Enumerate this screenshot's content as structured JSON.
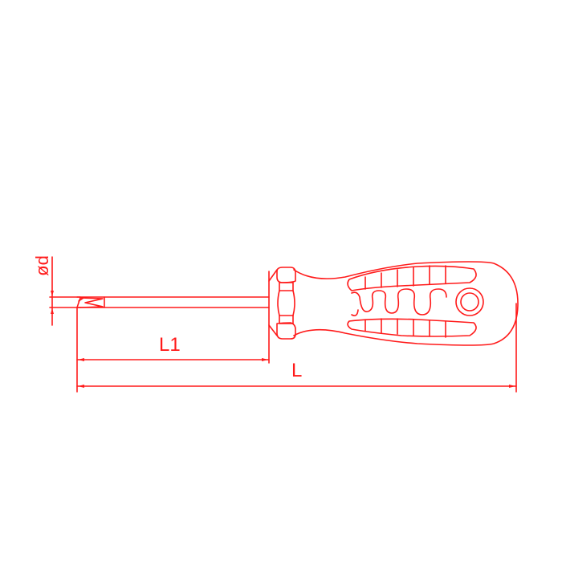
{
  "drawing": {
    "subject": "screwdriver technical dimension drawing",
    "line_color": "#ff1a1a",
    "background": "#ffffff",
    "labels": {
      "diameter": "ød",
      "shaft_length": "L1",
      "total_length": "L"
    }
  }
}
